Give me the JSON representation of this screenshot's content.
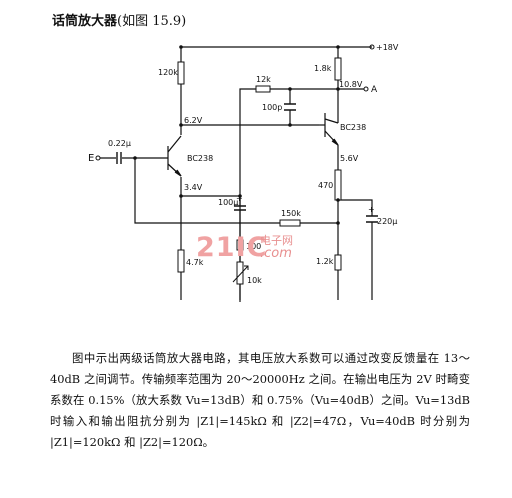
{
  "title": {
    "main": "话筒放大器",
    "ref": "(如图 15.9)"
  },
  "circuit": {
    "supply_label": "+18V",
    "output_label": "A",
    "input_label": "E",
    "labels": {
      "c_in": "0.22μ",
      "r_120k": "120k",
      "v_6v2": "6.2V",
      "q1": "BC238",
      "v_3v4": "3.4V",
      "r_4k7": "4.7k",
      "r_12k": "12k",
      "r_1k8": "1.8k",
      "v_10v8": "10.8V",
      "c_100p": "100p",
      "q2": "BC238",
      "v_5v6": "5.6V",
      "c_100u": "100μ",
      "r_150k": "150k",
      "r_470": "470",
      "c_220u": "220μ",
      "r_100": "100",
      "r_1k2": "1.2k",
      "r_10k": "10k"
    }
  },
  "watermark": {
    "big": "21IC",
    "top": "电子网",
    "bottom": ".com"
  },
  "description": "图中示出两级话筒放大器电路，其电压放大系数可以通过改变反馈量在 13～40dB 之间调节。传输频率范围为 20～20000Hz 之间。在输出电压为 2V 时畸变系数在 0.15%（放大系数 Vu=13dB）和 0.75%（Vu=40dB）之间。Vu=13dB 时输入和输出阻抗分别为 |Z1|=145kΩ 和 |Z2|=47Ω，Vu=40dB 时分别为 |Z1|=120kΩ 和 |Z2|=120Ω。"
}
